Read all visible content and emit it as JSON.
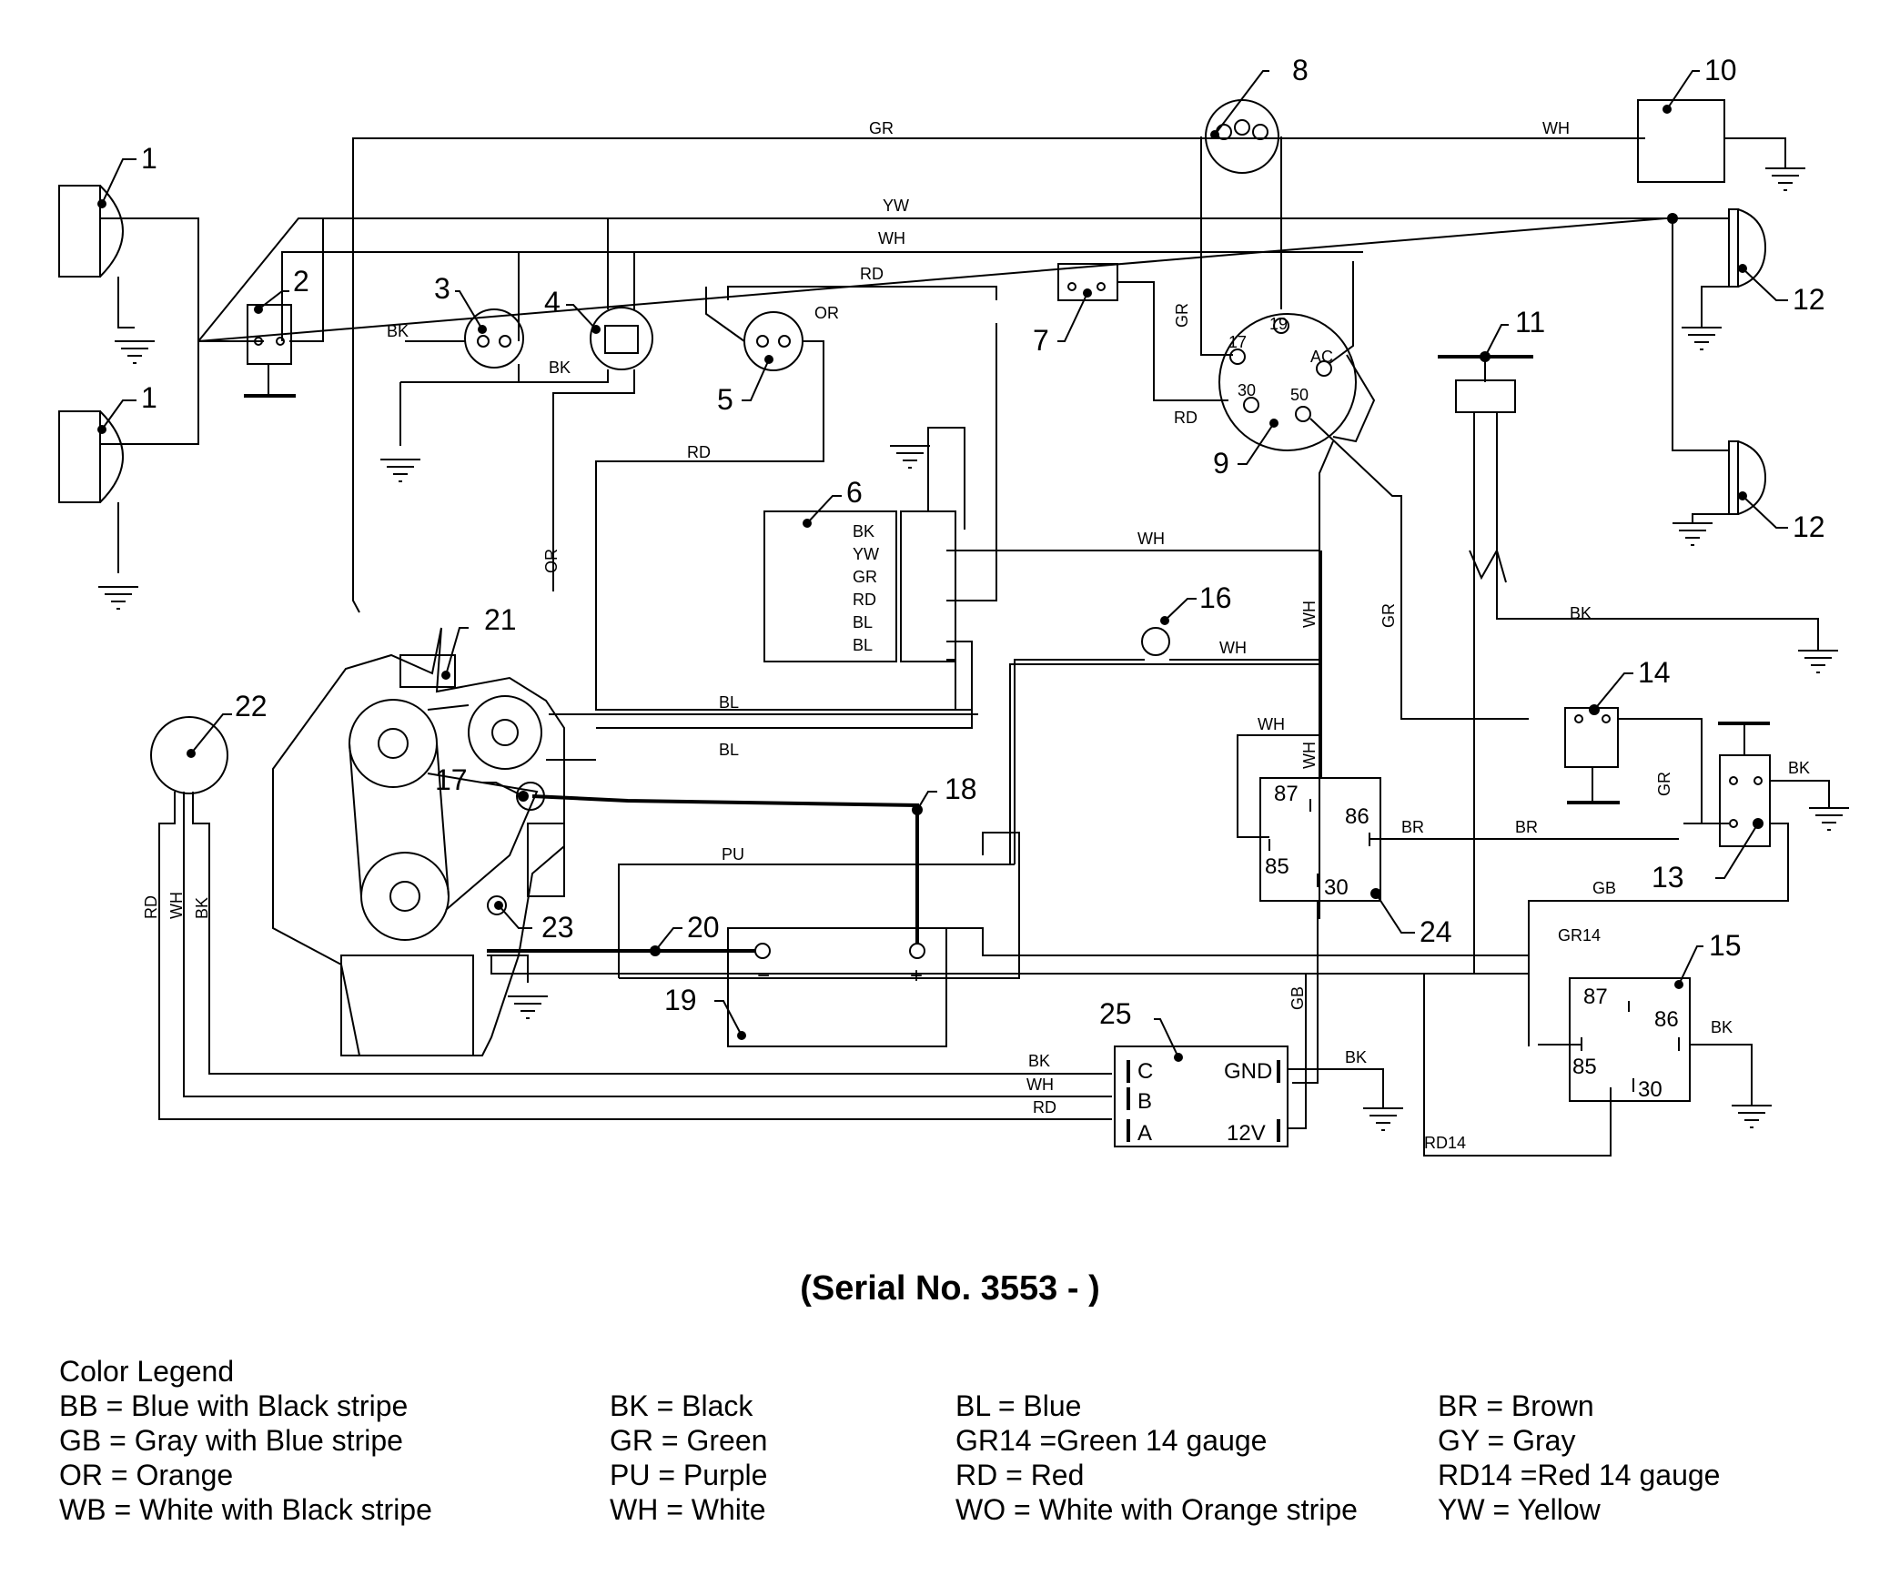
{
  "diagram": {
    "wire_labels": {
      "gr_top": "GR",
      "yw_top": "YW",
      "wh_top": "WH",
      "rd_top": "RD",
      "or_sw5": "OR",
      "bk_sw3": "BK",
      "bk_sw4": "BK",
      "rd_sw9": "RD",
      "gr_sw9": "GR",
      "rd_mid": "RD",
      "or_vert": "OR",
      "wh_horn": "WH",
      "wh_mod6": "WH",
      "wh_vert": "WH",
      "gr_diag": "GR",
      "wh_16": "WH",
      "bk_11": "BK",
      "bl_1": "BL",
      "bl_2": "BL",
      "wh_relay": "WH",
      "wh_relay_v": "WH",
      "br_1": "BR",
      "br_2": "BR",
      "gr_13": "GR",
      "bk_13": "BK",
      "gb_15": "GB",
      "gr14": "GR14",
      "pu": "PU",
      "gb_v": "GB",
      "bk_15": "BK",
      "rd14": "RD14",
      "bk_25": "BK",
      "wh_25": "WH",
      "rd_25": "RD",
      "bk_gnd25": "BK",
      "rd_22": "RD",
      "wh_22": "WH",
      "bk_22": "BK"
    },
    "module6_pins": [
      "BK",
      "YW",
      "GR",
      "RD",
      "BL",
      "BL"
    ],
    "relay24_pins": {
      "p87": "87",
      "p86": "86",
      "p85": "85",
      "p30": "30"
    },
    "relay15_pins": {
      "p87": "87",
      "p86": "86",
      "p85": "85",
      "p30": "30"
    },
    "ignition_pins": {
      "p17": "17",
      "p19": "19",
      "pac": "AC",
      "p30": "30",
      "p50": "50"
    },
    "controller25_pins": {
      "c": "C",
      "b": "B",
      "a": "A",
      "gnd": "GND",
      "v12": "12V"
    },
    "battery_terminals": {
      "neg": "−",
      "pos": "+"
    },
    "component_numbers": {
      "n1a": "1",
      "n1b": "1",
      "n2": "2",
      "n3": "3",
      "n4": "4",
      "n5": "5",
      "n6": "6",
      "n7": "7",
      "n8": "8",
      "n9": "9",
      "n10": "10",
      "n11": "11",
      "n12a": "12",
      "n12b": "12",
      "n13": "13",
      "n14": "14",
      "n15": "15",
      "n16": "16",
      "n17": "17",
      "n18": "18",
      "n19": "19",
      "n20": "20",
      "n21": "21",
      "n22": "22",
      "n23": "23",
      "n24": "24",
      "n25": "25"
    }
  },
  "serial_text": "(Serial No. 3553 -     )",
  "legend": {
    "title": "Color Legend",
    "rows": [
      [
        "BB = Blue with Black stripe",
        "BK = Black",
        "BL = Blue",
        "BR = Brown"
      ],
      [
        "GB = Gray with Blue stripe",
        "GR = Green",
        "GR14 =Green 14 gauge",
        "GY = Gray"
      ],
      [
        "OR = Orange",
        "PU = Purple",
        "RD = Red",
        "RD14 =Red 14 gauge"
      ],
      [
        "WB = White with Black stripe",
        "WH = White",
        "WO = White with Orange stripe",
        "YW = Yellow"
      ]
    ]
  }
}
